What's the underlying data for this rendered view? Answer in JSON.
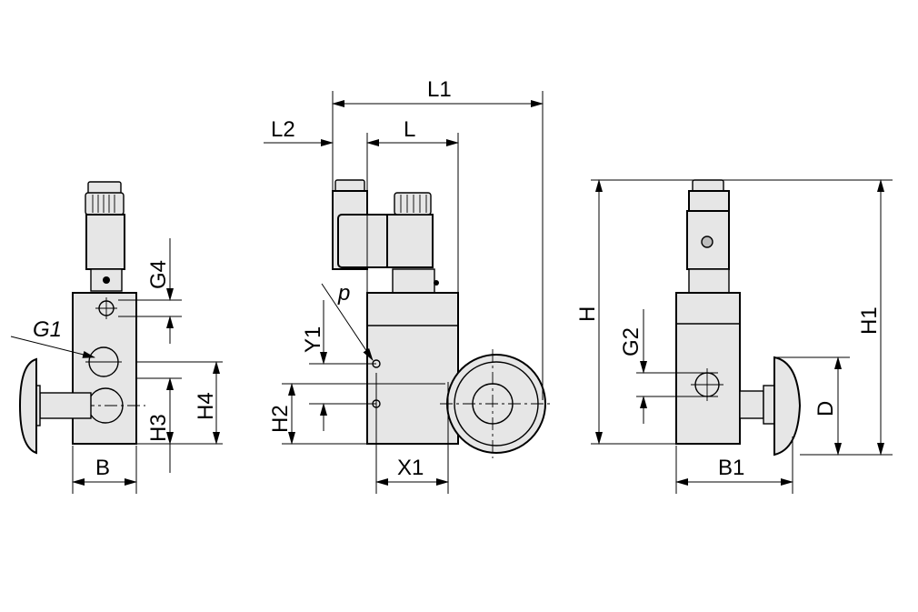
{
  "labels": {
    "L1": "L1",
    "L2": "L2",
    "L": "L",
    "G1": "G1",
    "G4": "G4",
    "B": "B",
    "H3": "H3",
    "H4": "H4",
    "Y1": "Y1",
    "H2": "H2",
    "X1": "X1",
    "p": "p",
    "H": "H",
    "H1": "H1",
    "G2": "G2",
    "D": "D",
    "B1": "B1"
  }
}
